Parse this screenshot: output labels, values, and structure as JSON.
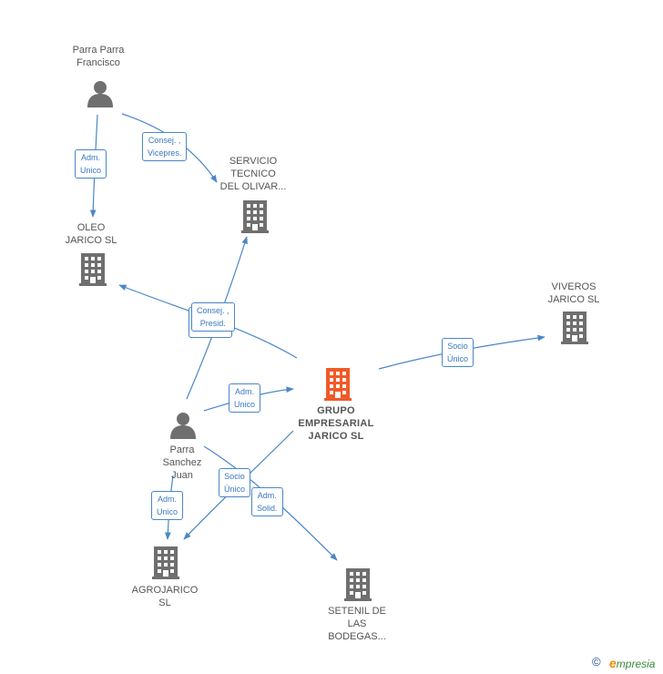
{
  "nodes": {
    "parra_francisco": {
      "lines": [
        "Parra Parra",
        "Francisco"
      ],
      "icon": "person-icon"
    },
    "servicio": {
      "lines": [
        "SERVICIO",
        "TECNICO",
        "DEL OLIVAR..."
      ],
      "icon": "building-icon"
    },
    "oleo": {
      "lines": [
        "OLEO",
        "JARICO  SL"
      ],
      "icon": "building-icon"
    },
    "viveros": {
      "lines": [
        "VIVEROS",
        "JARICO  SL"
      ],
      "icon": "building-icon"
    },
    "grupo": {
      "lines": [
        "GRUPO",
        "EMPRESARIAL",
        "JARICO  SL"
      ],
      "icon": "building-icon"
    },
    "parra_juan": {
      "lines": [
        "Parra",
        "Sanchez",
        "Juan"
      ],
      "icon": "person-icon"
    },
    "agrojarico": {
      "lines": [
        "AGROJARICO",
        "SL"
      ],
      "icon": "building-icon"
    },
    "setenil": {
      "lines": [
        "SETENIL DE",
        "LAS",
        "BODEGAS..."
      ],
      "icon": "building-icon"
    }
  },
  "edges": {
    "e1": [
      "Adm.",
      "Unico"
    ],
    "e2": [
      "Consej. ,",
      "Vicepres."
    ],
    "e3": [
      "Consej. ,",
      "Presid."
    ],
    "e4": [
      "Adm.",
      "Unico"
    ],
    "e5": [
      "Socio",
      "Único"
    ],
    "e6": [
      "Socio",
      "Único"
    ],
    "e7": [
      "Adm.",
      "Solid."
    ],
    "e8": [
      "Adm.",
      "Unico"
    ]
  },
  "footer": {
    "copyright": "©",
    "brand_initial": "e",
    "brand_rest": "mpresia"
  },
  "colors": {
    "edge": "#4a86c8",
    "node": "#6f6f6f",
    "main_node": "#f05a28",
    "label_text": "#555555"
  }
}
